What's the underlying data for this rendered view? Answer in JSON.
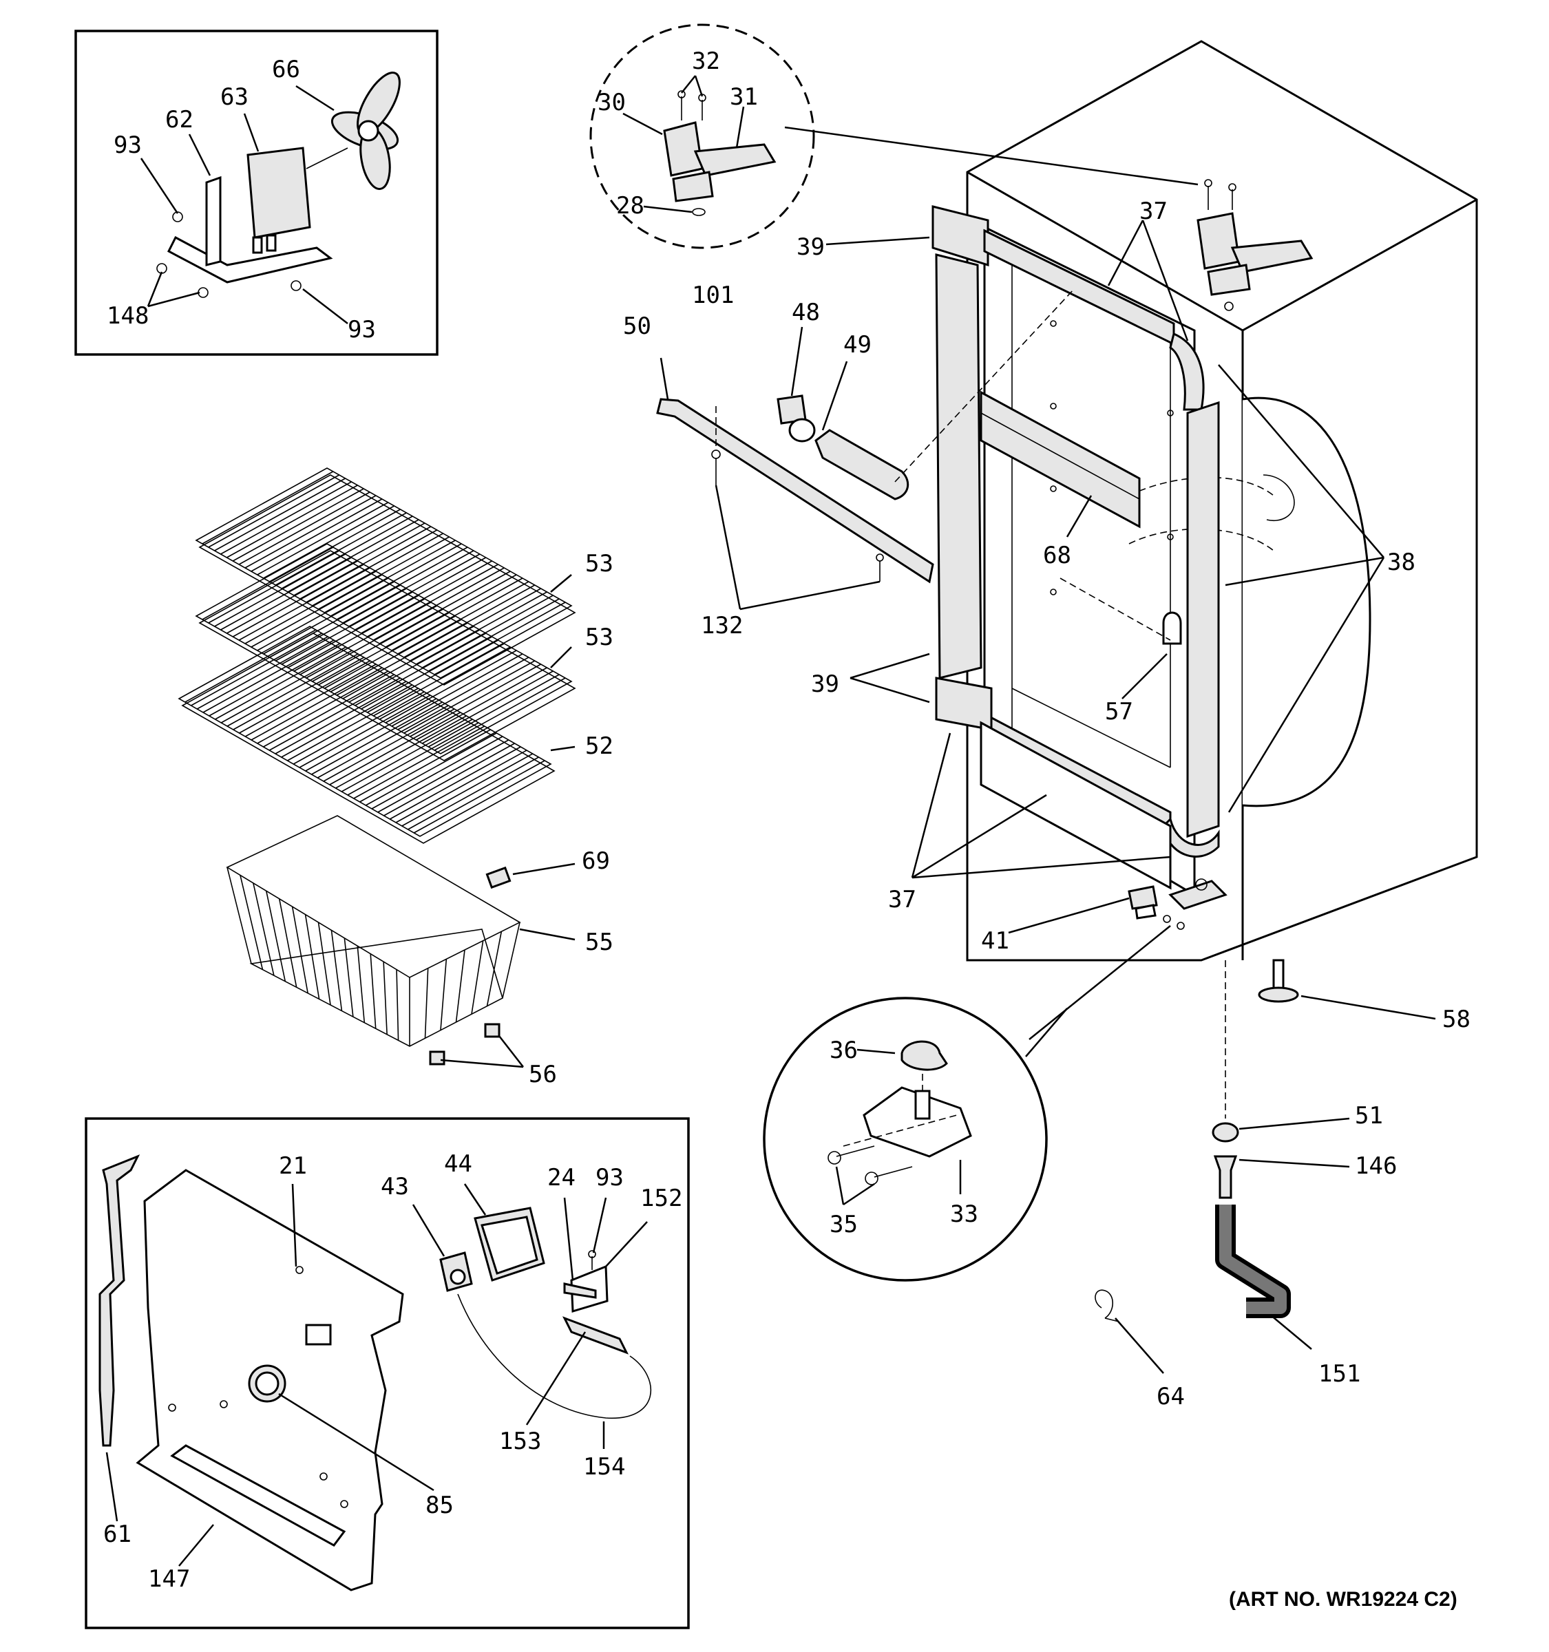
{
  "art_number": "(ART NO. WR19224 C2)",
  "labels": {
    "p93a": "93",
    "p62": "62",
    "p63": "63",
    "p66": "66",
    "p148": "148",
    "p93b": "93",
    "p32": "32",
    "p30": "30",
    "p31": "31",
    "p28": "28",
    "p101": "101",
    "p37a": "37",
    "p39a": "39",
    "p50": "50",
    "p48": "48",
    "p49": "49",
    "p132": "132",
    "p68": "68",
    "p38": "38",
    "p39b": "39",
    "p57": "57",
    "p53a": "53",
    "p53b": "53",
    "p52": "52",
    "p69": "69",
    "p55": "55",
    "p56": "56",
    "p37b": "37",
    "p41": "41",
    "p58": "58",
    "p36": "36",
    "p35": "35",
    "p33": "33",
    "p51": "51",
    "p146": "146",
    "p151": "151",
    "p64": "64",
    "p21": "21",
    "p43": "43",
    "p44": "44",
    "p24": "24",
    "p93c": "93",
    "p152": "152",
    "p153": "153",
    "p154": "154",
    "p85": "85",
    "p61": "61",
    "p147": "147"
  }
}
